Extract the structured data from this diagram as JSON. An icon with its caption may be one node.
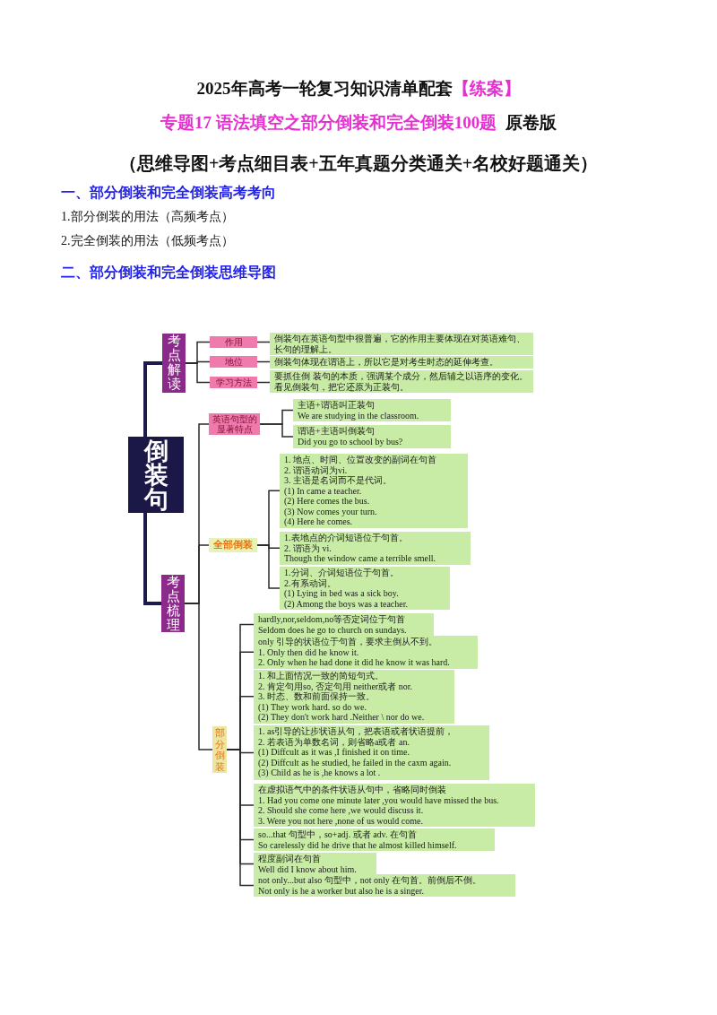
{
  "diagram": {
    "title": "2025年高考一轮复习知识清单配套",
    "nodes": [
      {
        "text": [
          "倒装句"
        ]
      },
      {
        "text": [
          "考点解读"
        ]
      },
      {
        "text": [
          "作用"
        ]
      },
      {
        "text": [
          "倒装句在英语句型中很普遍，它的作用主要体现在对英语难句、长句的理解上。"
        ]
      },
      {
        "text": [
          "地位"
        ]
      },
      {
        "text": [
          "倒装句体现在谓语上，所以它是对考生时态的延伸考查。"
        ]
      },
      {
        "text": [
          "学习方法"
        ]
      },
      {
        "text": [
          "要抓住倒 装句的本质，强调某个成分，然后辅之以语序的变化。看见倒装句，把它还原为正装句。"
        ]
      },
      {
        "text": [
          "考点梳理"
        ]
      },
      {
        "text": [
          "英语句型的显著特点"
        ]
      },
      {
        "text": [
          "主语+谓语叫正装句",
          "We are studying in the classroom."
        ]
      },
      {
        "text": [
          "谓语+主语叫倒装句",
          "Did you go to school by bus?"
        ]
      },
      {
        "text": [
          "全部倒装"
        ]
      },
      {
        "text": [
          "1. 地点、时间、位置改变的副词在句首",
          "2. 谓语动词为vi.",
          "3. 主语是名词而不是代词。",
          "(1) In came a teacher.",
          "(2) Here comes the bus.",
          "(3) Now comes your turn.",
          "(4) Here he comes."
        ]
      },
      {
        "text": [
          "1.表地点的介词短语位于句首。",
          "2. 谓语为 vi.",
          "Though the window came a terrible smell."
        ]
      },
      {
        "text": [
          "1.分词、介词短语位于句首。",
          "2.有系动词。",
          "(1) Lying in bed was a sick boy.",
          "(2) Among the boys was a teacher."
        ]
      },
      {
        "text": [
          "部分倒装"
        ]
      },
      {
        "text": [
          "hardly,nor,seldom,no等否定词位于句首",
          "Seldom does he go to church on sundays."
        ]
      },
      {
        "text": [
          "only 引导的状语位于句首，要求主倒从不到。",
          "1. Only then did he know it.",
          "2. Only when he had done it did he know it was hard."
        ]
      },
      {
        "text": [
          "1. 和上面情况一致的简短句式。",
          "2. 肯定句用so, 否定句用 neither或者 nor.",
          "3. 时态、数和前面保持一致。",
          "(1) They work hard. so do we.",
          "(2) They don't work hard .Neither \\ nor do we."
        ]
      },
      {
        "text": [
          "1. as引导的让步状语从句，把表语或者状语提前，",
          "2. 若表语为单数名词，则省略a或者 an.",
          "(1) Diffcult as it was ,I finished it on time.",
          "(2) Diffcult as he studied, he failed in the caxm again.",
          "(3) Child as he is ,he knows a lot ."
        ]
      },
      {
        "text": [
          "在虚拟语气中的条件状语从句中，省略同时倒装",
          "1. Had you come one minute later ,you would have missed the bus.",
          "2. Should she come here ,we would discuss it.",
          "3. Were you not here ,none of us would come."
        ]
      },
      {
        "text": [
          "so...that 句型中，so+adj. 或者 adv. 在句首",
          "So carelessly did he drive that he almost killed himself."
        ]
      },
      {
        "text": [
          "程度副词在句首",
          "Well did I know about him."
        ]
      },
      {
        "text": [
          "not only...but also 句型中，not only 在句首。前倒后不倒。",
          "Not only is he a worker but also he is a singer."
        ]
      }
    ],
    "edges": [
      {
        "from": 0,
        "to": 1,
        "arrow": "none",
        "style": "thick"
      },
      {
        "from": 0,
        "to": 8,
        "arrow": "none",
        "style": "thick"
      },
      {
        "from": 1,
        "to": 2,
        "arrow": "none"
      },
      {
        "from": 1,
        "to": 4,
        "arrow": "none"
      },
      {
        "from": 1,
        "to": 6,
        "arrow": "none"
      },
      {
        "from": 2,
        "to": 3,
        "arrow": "none"
      },
      {
        "from": 4,
        "to": 5,
        "arrow": "none"
      },
      {
        "from": 6,
        "to": 7,
        "arrow": "none"
      },
      {
        "from": 8,
        "to": 9,
        "arrow": "none"
      },
      {
        "from": 8,
        "to": 12,
        "arrow": "none"
      },
      {
        "from": 8,
        "to": 16,
        "arrow": "none"
      },
      {
        "from": 9,
        "to": 10,
        "arrow": "none"
      },
      {
        "from": 9,
        "to": 11,
        "arrow": "none"
      },
      {
        "from": 12,
        "to": 13,
        "arrow": "none"
      },
      {
        "from": 12,
        "to": 14,
        "arrow": "none"
      },
      {
        "from": 12,
        "to": 15,
        "arrow": "none"
      },
      {
        "from": 16,
        "to": 17,
        "arrow": "none"
      },
      {
        "from": 16,
        "to": 18,
        "arrow": "none"
      },
      {
        "from": 16,
        "to": 19,
        "arrow": "none"
      },
      {
        "from": 16,
        "to": 20,
        "arrow": "none"
      },
      {
        "from": 16,
        "to": 21,
        "arrow": "none"
      },
      {
        "from": 16,
        "to": 22,
        "arrow": "none"
      },
      {
        "from": 16,
        "to": 23,
        "arrow": "none"
      },
      {
        "from": 16,
        "to": 24,
        "arrow": "none"
      }
    ],
    "labels": [
      "【练案】",
      "专题17 语法填空之部分倒装和完全倒装100题",
      "原卷版",
      "（思维导图+考点细目表+五年真题分类通关+名校好题通关）",
      "一、部分倒装和完全倒装高考考向",
      "1.部分倒装的用法（高频考点）",
      "2.完全倒装的用法（低频考点）",
      "二、部分倒装和完全倒装思维导图"
    ]
  }
}
